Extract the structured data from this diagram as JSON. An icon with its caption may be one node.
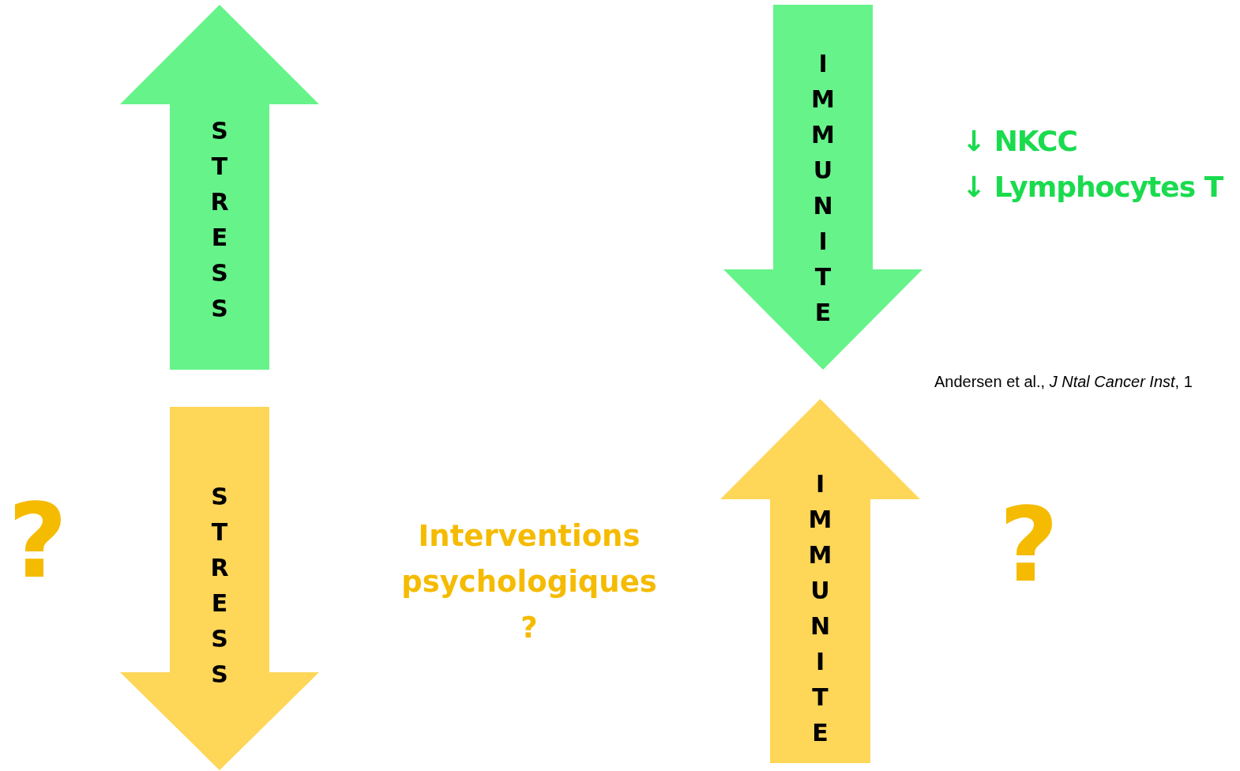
{
  "diagram": {
    "nodes": [
      {
        "text": [
          "STRESS"
        ]
      },
      {
        "text": [
          "IMMUNITE"
        ]
      },
      {
        "text": [
          "STRESS"
        ]
      },
      {
        "text": [
          "IMMUNITE"
        ]
      }
    ],
    "labels": [
      "↓ NKCC",
      "↓ Lymphocytes T",
      "Andersen et al., *J Ntal Cancer Inst*, 1",
      "?",
      "Interventions psychologiques ?",
      "?"
    ]
  }
}
